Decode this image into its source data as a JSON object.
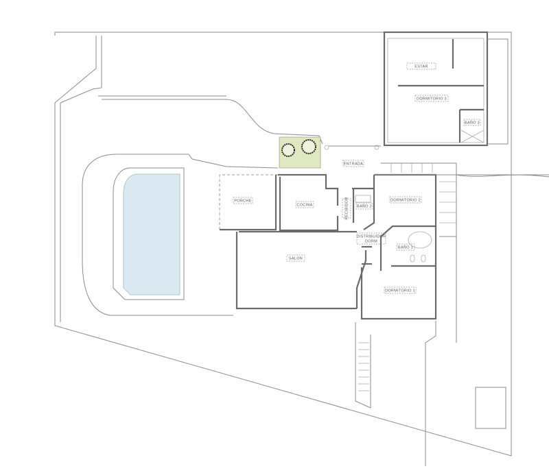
{
  "plan": {
    "rooms": {
      "estar": "ESTAR",
      "dormitorio_3": "DORMITORIO 3",
      "bano_3": "BAÑO 3",
      "entrada": "ENTRADA",
      "porche": "PORCHE",
      "cocina": "COCINA",
      "recibidor": "RECIBIDOR",
      "bano_2": "BAÑO 2",
      "dormitorio_2": "DORMITORIO 2",
      "distribuidor_line1": "DISTRIBUIDOR",
      "distribuidor_line2": "DORM",
      "bano_1": "BAÑO 1",
      "salon": "SALON",
      "dormitorio_1": "DORMITORIO 1"
    },
    "colors": {
      "pool_water": "#dbe9f3",
      "garden": "#dfe8c0",
      "walls": "#6a6a6a"
    }
  }
}
